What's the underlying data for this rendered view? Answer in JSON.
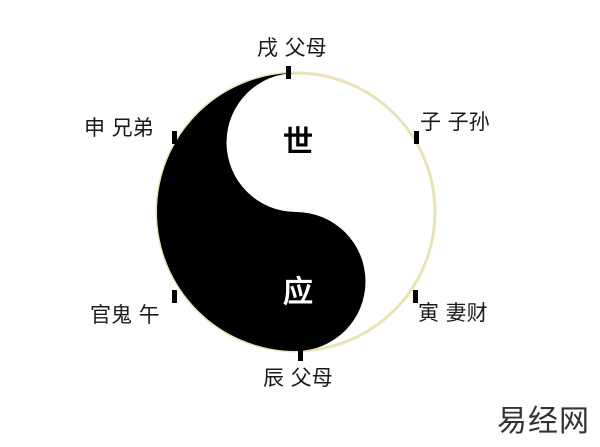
{
  "labels": {
    "top": "戌 父母",
    "upper_left": "申 兄弟",
    "upper_right": "子 子孙",
    "lower_left": "官鬼 午",
    "lower_right": "寅 妻财",
    "bottom": "辰 父母"
  },
  "center": {
    "white_text": "世",
    "black_text": "应"
  },
  "watermark": "易经网",
  "colors": {
    "yin": "#000000",
    "yang": "#ffffff",
    "rim": "#e8e4b4"
  }
}
